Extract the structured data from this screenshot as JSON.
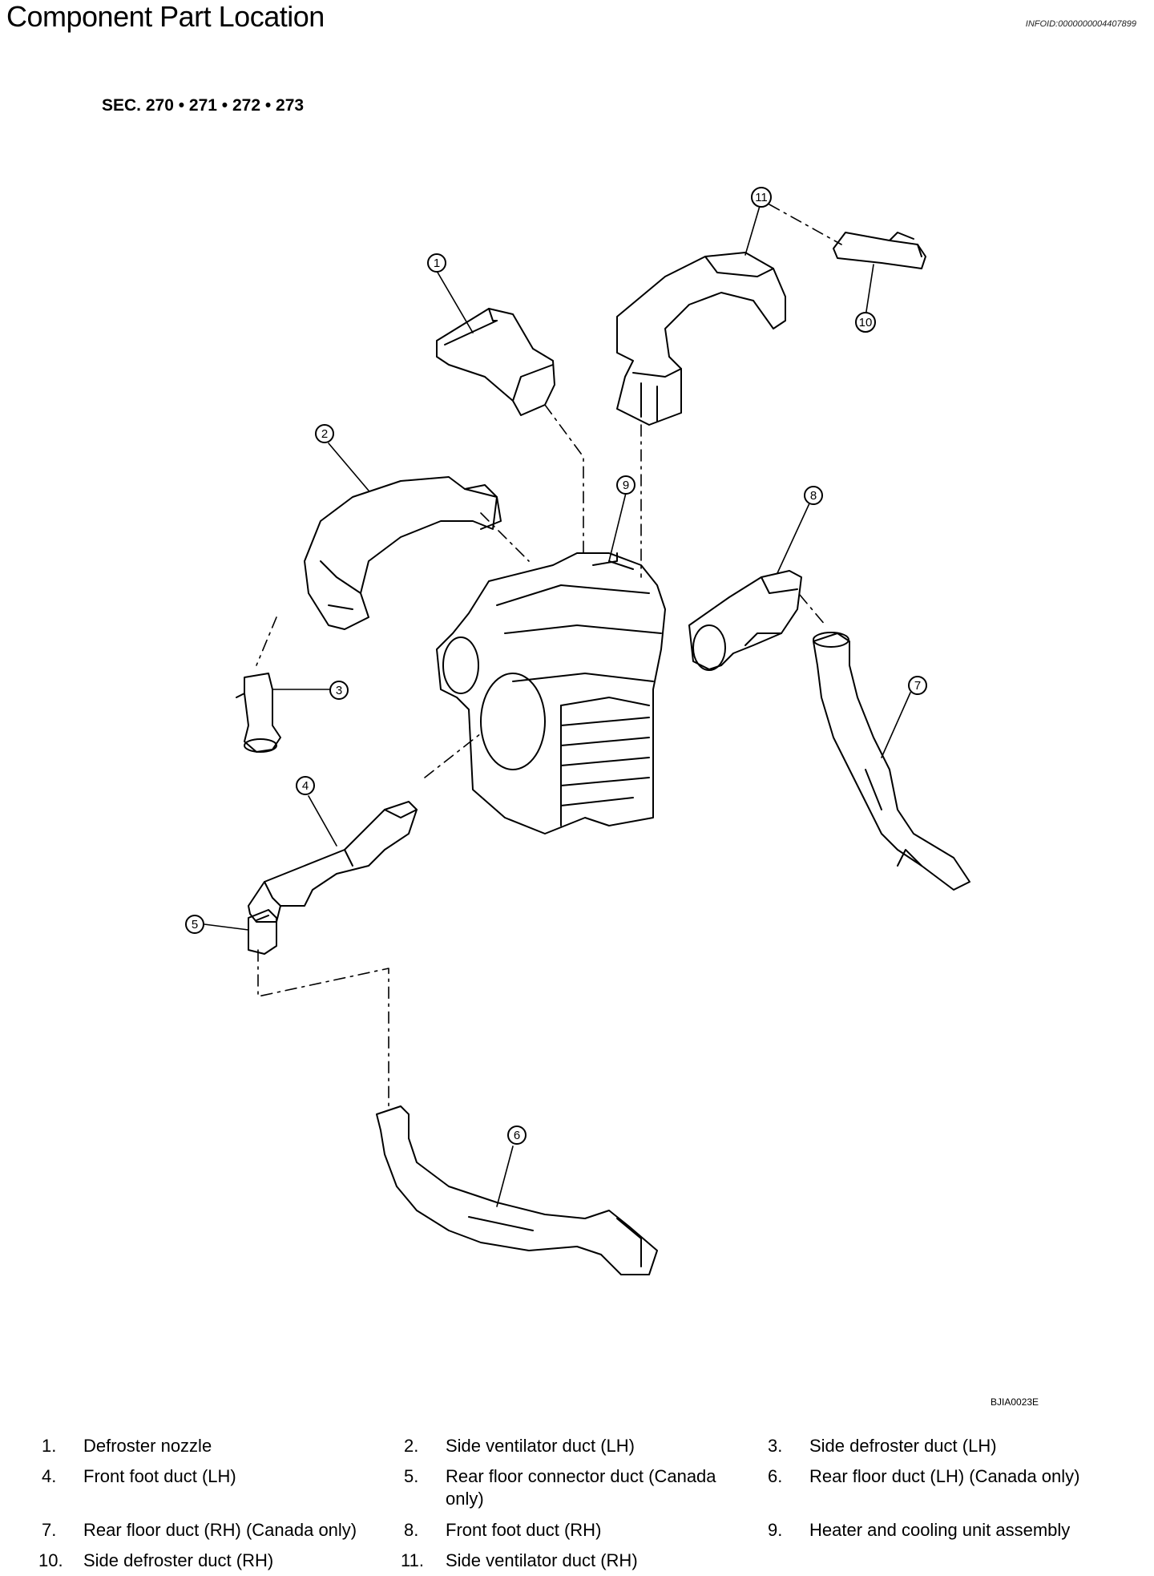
{
  "header": {
    "title": "Component Part Location",
    "info_id": "INFOID:0000000004407899"
  },
  "section_ref": "SEC. 270 • 271 • 272 • 273",
  "figure_id": "BJIA0023E",
  "callouts": [
    "1",
    "2",
    "3",
    "4",
    "5",
    "6",
    "7",
    "8",
    "9",
    "10",
    "11"
  ],
  "legend": [
    {
      "num": "1.",
      "text": "Defroster nozzle"
    },
    {
      "num": "2.",
      "text": "Side ventilator duct (LH)"
    },
    {
      "num": "3.",
      "text": "Side defroster duct (LH)"
    },
    {
      "num": "4.",
      "text": "Front foot duct (LH)"
    },
    {
      "num": "5.",
      "text": "Rear floor connector duct (Canada only)"
    },
    {
      "num": "6.",
      "text": "Rear floor duct (LH) (Canada only)"
    },
    {
      "num": "7.",
      "text": "Rear floor duct (RH) (Canada only)"
    },
    {
      "num": "8.",
      "text": "Front foot duct (RH)"
    },
    {
      "num": "9.",
      "text": "Heater and cooling unit assembly"
    },
    {
      "num": "10.",
      "text": "Side defroster duct (RH)"
    },
    {
      "num": "11.",
      "text": "Side ventilator duct (RH)"
    }
  ]
}
